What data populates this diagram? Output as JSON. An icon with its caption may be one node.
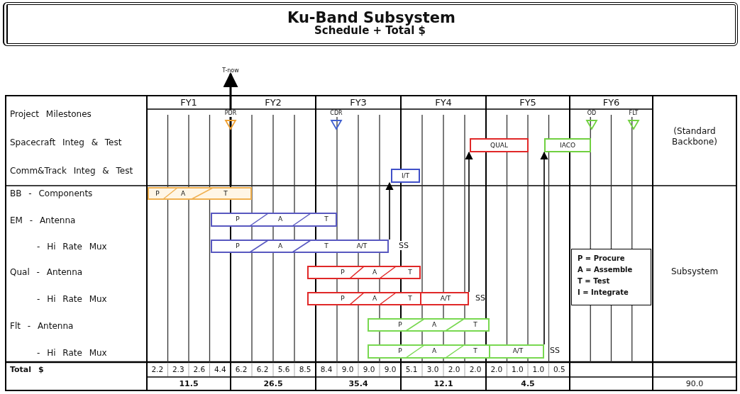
{
  "diagram": {
    "title": "Ku-Band Subsystem",
    "nodes": [
      {
        "text": [
          "PDR"
        ]
      },
      {
        "text": [
          "CDR"
        ]
      },
      {
        "text": [
          "OD"
        ]
      },
      {
        "text": [
          "FLT"
        ]
      },
      {
        "text": [
          "QUAL"
        ]
      },
      {
        "text": [
          "IACO"
        ]
      },
      {
        "text": [
          "I/T"
        ]
      },
      {
        "text": [
          "P",
          "A",
          "T"
        ]
      },
      {
        "text": [
          "P",
          "A",
          "T"
        ]
      },
      {
        "text": [
          "P",
          "A",
          "T",
          "A/T"
        ],
        "beside": [
          "SS"
        ]
      },
      {
        "text": [
          "P",
          "A",
          "T"
        ]
      },
      {
        "text": [
          "P",
          "A",
          "T",
          "A/T"
        ],
        "beside": [
          "SS"
        ]
      },
      {
        "text": [
          "P",
          "A",
          "T"
        ]
      },
      {
        "text": [
          "P",
          "A",
          "T",
          "A/T"
        ],
        "beside": [
          "SS"
        ]
      }
    ],
    "edges": [
      {
        "from": 9,
        "to": 6,
        "arrow": "to"
      },
      {
        "from": 11,
        "to": 4,
        "arrow": "to"
      },
      {
        "from": 13,
        "to": 5,
        "arrow": "to"
      }
    ],
    "labels": [
      "Schedule + Total $",
      "T-now",
      "FY1",
      "FY2",
      "FY3",
      "FY4",
      "FY5",
      "FY6",
      "Project Milestones",
      "Spacecraft Integ & Test",
      "Comm&Track Integ & Test",
      "BB - Components",
      "EM - Antenna",
      "- Hi Rate Mux",
      "Qual - Antenna",
      "- Hi Rate Mux",
      "Flt - Antenna",
      "- Hi Rate Mux",
      "(Standard Backbone)",
      "Subsystem",
      "Total $",
      "2.2",
      "2.3",
      "2.6",
      "4.4",
      "6.2",
      "6.2",
      "5.6",
      "8.5",
      "8.4",
      "9.0",
      "9.0",
      "9.0",
      "5.1",
      "3.0",
      "2.0",
      "2.0",
      "2.0",
      "1.0",
      "1.0",
      "0.5",
      "11.5",
      "26.5",
      "35.4",
      "12.1",
      "4.5",
      "90.0"
    ],
    "legend": [
      {
        "text": "P = Procure"
      },
      {
        "text": "A = Assemble"
      },
      {
        "text": "T = Test"
      },
      {
        "text": "I = Integrate"
      }
    ]
  }
}
